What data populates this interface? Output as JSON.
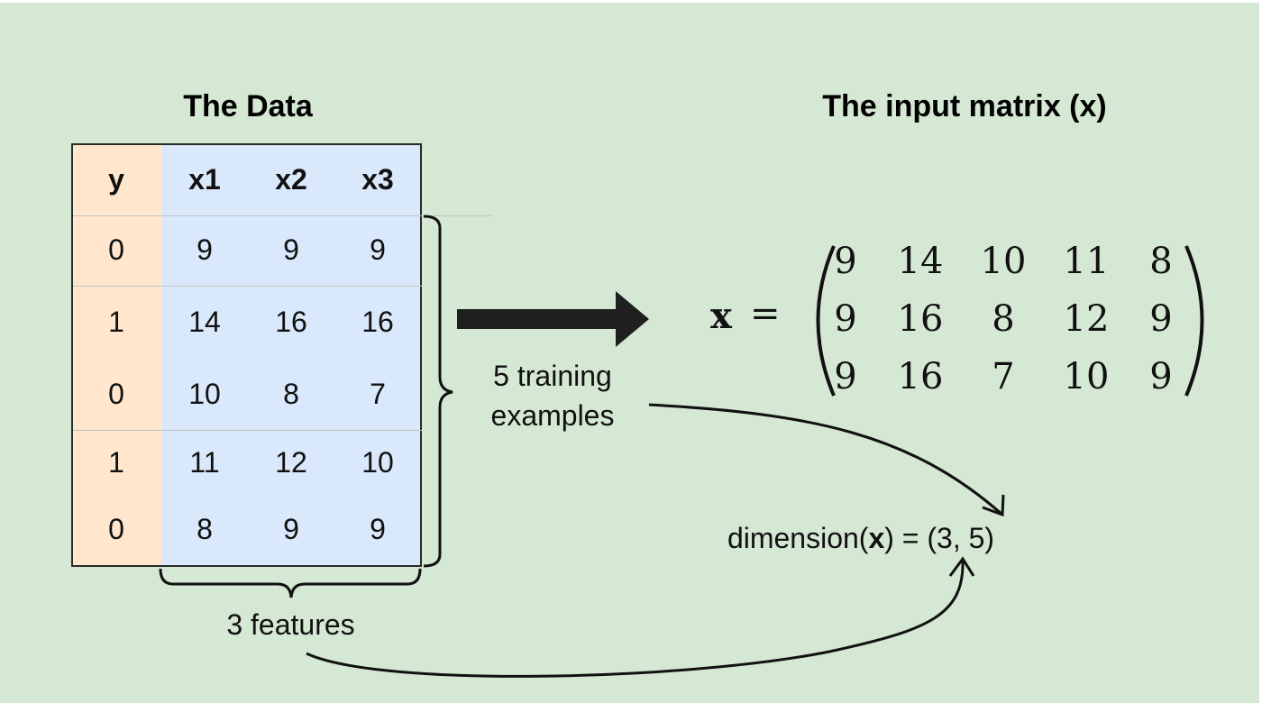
{
  "data_section": {
    "title": "The Data",
    "columns": [
      "y",
      "x1",
      "x2",
      "x3"
    ],
    "rows": [
      [
        "0",
        "9",
        "9",
        "9"
      ],
      [
        "1",
        "14",
        "16",
        "16"
      ],
      [
        "0",
        "10",
        "8",
        "7"
      ],
      [
        "1",
        "11",
        "12",
        "10"
      ],
      [
        "0",
        "8",
        "9",
        "9"
      ]
    ]
  },
  "matrix_section": {
    "title": "The input matrix (x)",
    "lhs": "x",
    "equals": "=",
    "rows": [
      [
        "9",
        "14",
        "10",
        "11",
        "8"
      ],
      [
        "9",
        "16",
        "8",
        "12",
        "9"
      ],
      [
        "9",
        "16",
        "7",
        "10",
        "9"
      ]
    ]
  },
  "annotations": {
    "examples_line1": "5 training",
    "examples_line2": "examples",
    "features": "3 features",
    "dimension_prefix": "dimension(",
    "dimension_var": "x",
    "dimension_suffix": ") = (3, 5)"
  },
  "colors": {
    "background": "#d5e8d4",
    "label_column": "#ffe6cc",
    "feature_columns": "#dae8fc"
  }
}
